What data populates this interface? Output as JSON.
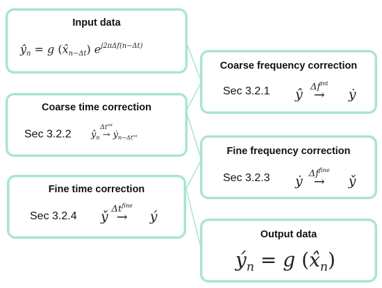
{
  "boxes": {
    "input": {
      "title": "Input data",
      "formula": {
        "lhs": "ŷ",
        "lhs_sub": "n",
        "eq": "=",
        "g": "g",
        "arg": "x̂",
        "arg_sub": "n−Δt",
        "e": "e",
        "exp": "j2πΔf(n−Δt)"
      }
    },
    "coarse_time": {
      "title": "Coarse time correction",
      "sec": "Sec 3.2.2",
      "formula": {
        "from": "ŷ",
        "from_sub": "n",
        "arrow": "→",
        "over": "Δt",
        "over_sup": "int",
        "to": "ẏ",
        "to_sub": "n−Δt",
        "to_sub_sup": "int"
      }
    },
    "fine_time": {
      "title": "Fine time correction",
      "sec": "Sec 3.2.4",
      "formula": {
        "from": "y̌",
        "arrow": "→",
        "over": "Δt",
        "over_sup": "fine",
        "to": "ý"
      }
    },
    "coarse_freq": {
      "title": "Coarse frequency correction",
      "sec": "Sec 3.2.1",
      "formula": {
        "from": "ŷ",
        "arrow": "→",
        "over": "Δf",
        "over_sup": "int",
        "to": "ẏ"
      }
    },
    "fine_freq": {
      "title": "Fine frequency correction",
      "sec": "Sec 3.2.3",
      "formula": {
        "from": "ẏ",
        "arrow": "→",
        "over": "Δf",
        "over_sup": "fine",
        "to": "y̌"
      }
    },
    "output": {
      "title": "Output data",
      "formula": {
        "lhs": "ý",
        "lhs_sub": "n",
        "eq": "=",
        "g": "g",
        "arg": "x̂",
        "arg_sub": "n"
      }
    }
  },
  "colors": {
    "border": "#a8e3d4",
    "connector": "#a8e3d4"
  }
}
